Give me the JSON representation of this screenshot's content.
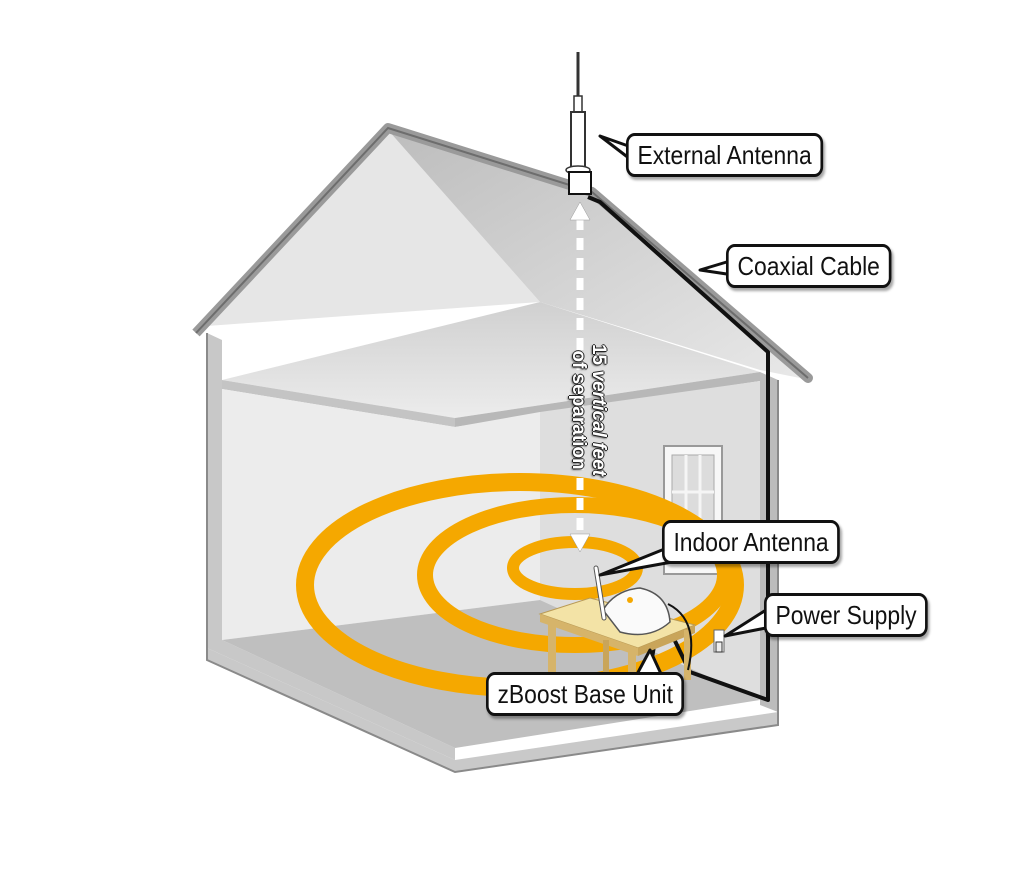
{
  "diagram": {
    "subject": "Cell signal booster installation in a house",
    "labels": {
      "external_antenna": "External Antenna",
      "coaxial_cable": "Coaxial Cable",
      "indoor_antenna": "Indoor Antenna",
      "power_supply": "Power Supply",
      "base_unit": "zBoost Base Unit"
    },
    "separation_note": {
      "line1_number": "15",
      "line1_text": "vertical feet",
      "line2": "of separation"
    },
    "colors": {
      "signal_rings": "#f5a800",
      "house_walls": "#d9d9d9",
      "house_outline": "#8a8a8a",
      "cable": "#111111",
      "table_top": "#f3e3a6",
      "table_legs": "#d6b46a"
    }
  }
}
